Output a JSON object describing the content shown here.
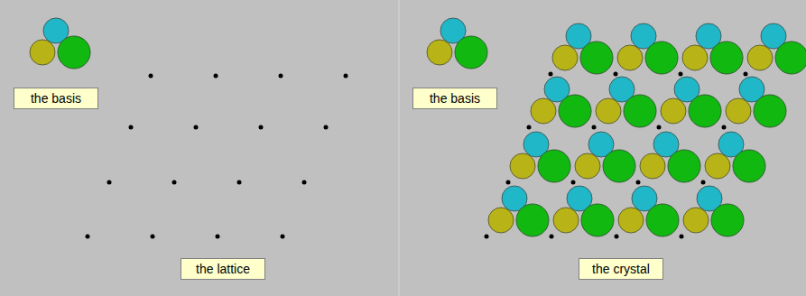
{
  "diagram": {
    "nodes": [
      {
        "text": [
          "the basis"
        ]
      },
      {
        "text": [
          "the lattice"
        ]
      },
      {
        "text": [
          "the basis"
        ]
      },
      {
        "text": [
          "the crystal"
        ]
      }
    ]
  }
}
